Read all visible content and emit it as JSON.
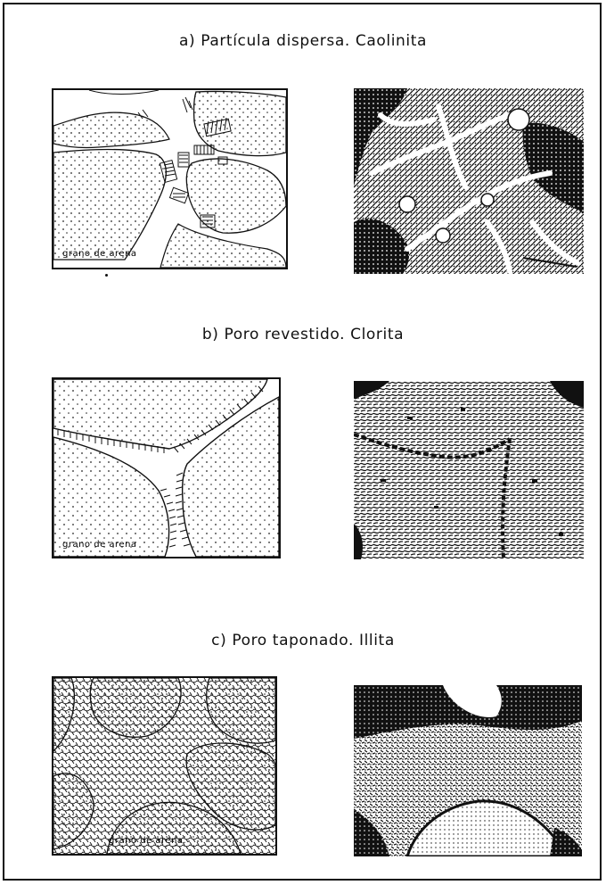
{
  "figure": {
    "sections": [
      {
        "caption": "a) Partícula dispersa. Caolinita",
        "sketch_label": "grano de arena"
      },
      {
        "caption": "b) Poro revestido. Clorita",
        "sketch_label": "grano de arena"
      },
      {
        "caption": "c) Poro taponado. Illita",
        "sketch_label": "grano de arena."
      }
    ]
  }
}
